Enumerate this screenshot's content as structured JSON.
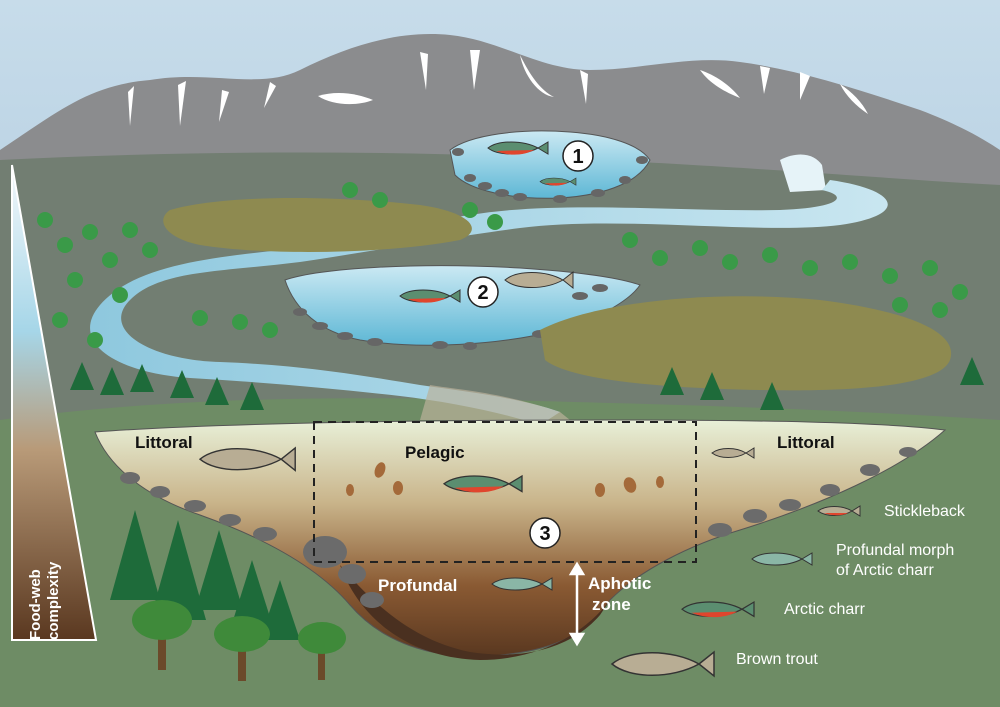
{
  "markers": {
    "lake1": "1",
    "lake2": "2",
    "lake3": "3"
  },
  "zones": {
    "littoral_left": "Littoral",
    "pelagic": "Pelagic",
    "littoral_right": "Littoral",
    "profundal": "Profundal",
    "aphotic_line1": "Aphotic",
    "aphotic_line2": "zone"
  },
  "complexity": {
    "line1": "Food-web",
    "line2": "complexity"
  },
  "legend": [
    {
      "key": "stickleback",
      "lines": [
        "Stickleback"
      ]
    },
    {
      "key": "profundal-morph",
      "lines": [
        "Profundal morph",
        "of Arctic charr"
      ]
    },
    {
      "key": "arctic-charr",
      "lines": [
        "Arctic charr"
      ]
    },
    {
      "key": "brown-trout",
      "lines": [
        "Brown trout"
      ]
    }
  ],
  "colors": {
    "sky": "#abc9de",
    "mountain": "#8a8c8e",
    "valley": "#718e68",
    "water": "#9fd3e6",
    "sediment": "#6b4426",
    "charr_belly": "#e0452d",
    "charr_back": "#4f7f66"
  }
}
